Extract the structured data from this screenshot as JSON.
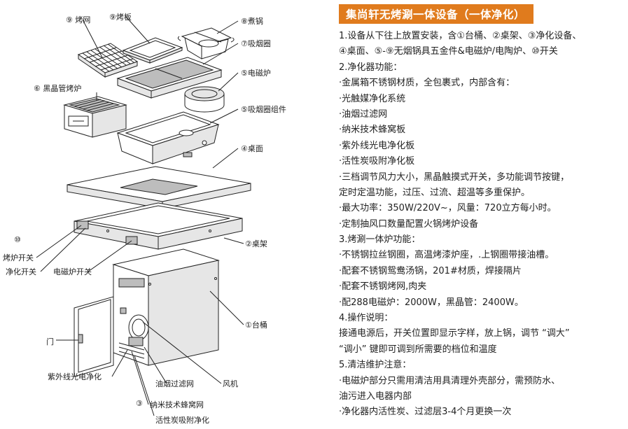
{
  "labels": {
    "kaowang": "⑨ 烤网",
    "kaoban": "⑨烤板",
    "zhuguo": "⑧煮锅",
    "xiyanquan": "⑦吸烟圈",
    "heijing": "⑥ 黑晶管烤炉",
    "diancilu": "⑤电磁炉",
    "xiyanzujian": "⑤吸烟圈组件",
    "zhuomian": "④桌面",
    "num10": "⑩",
    "kaolu": "烤炉开关",
    "jinghua": "净化开关",
    "diancikaiguan": "电磁炉开关",
    "zhuojia": "②桌架",
    "men": "门",
    "taitong": "①台桶",
    "ziwai": "紫外线光电净化",
    "youyan": "油烟过滤网",
    "fengji": "风机",
    "num3": "③",
    "nami": "纳米技术蜂窝网",
    "huoxingtan": "活性炭吸附净化"
  },
  "title": "集尚轩无烤涮一体设备（一体净化）",
  "lines": [
    "1.设备从下往上放置安装，含①台桶、②桌架、③净化设备、",
    "④桌面、⑤-⑨无烟锅具五金件&电磁炉/电陶炉、⑩开关",
    "2.净化器功能：",
    "·金属箱不锈钢材质，全包裹式，内部含有：",
    "·光触媒净化系统",
    "·油烟过滤网",
    "·纳米技术蜂窝板",
    "·紫外线光电净化板",
    "·活性炭吸附净化板",
    "·三档调节风力大小，黑晶触摸式开关，多功能调节按键，",
    " 定时定温功能，过压、过流、超温等多重保护。",
    "·最大功率：350W/220V~，风量：720立方每小时。",
    "·定制抽风口数量配置火锅烤炉设备",
    "3.烤涮一体炉功能：",
    "·不锈钢拉丝钢圈，高温烤漆炉座，.上钢圈带接油槽。",
    "·配套不锈钢鸳鸯汤锅，201#材质，焊接隔片",
    "·配套不锈钢烤网,肉夹",
    "·配288电磁炉：2000W，黑晶管：2400W。",
    "4.操作说明：",
    " 接通电源后，开关位置即显示字样，放上锅，调节 “调大”",
    " “调小” 键即可调到所需要的档位和温度",
    "5.清洁维护注意：",
    " ·电磁炉部分只需用清洁用具清理外壳部分，需预防水、",
    " 油污进入电器内部",
    " ·净化器内活性炭、过滤层3-4个月更换一次"
  ],
  "colors": {
    "banner": "#e07b1d",
    "text": "#222222"
  }
}
